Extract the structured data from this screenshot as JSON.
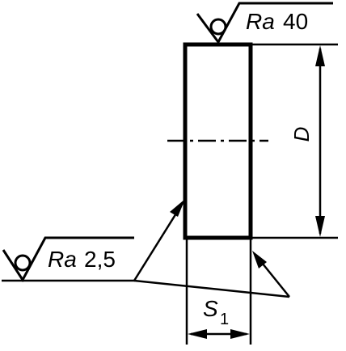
{
  "surface_finish": {
    "top": {
      "ra_symbol": "Ra",
      "ra_value": "40"
    },
    "side": {
      "ra_symbol": "Ra",
      "ra_value": "2,5"
    }
  },
  "dimensions": {
    "diameter_label": "D",
    "thickness_base": "S",
    "thickness_subscript": "1"
  }
}
